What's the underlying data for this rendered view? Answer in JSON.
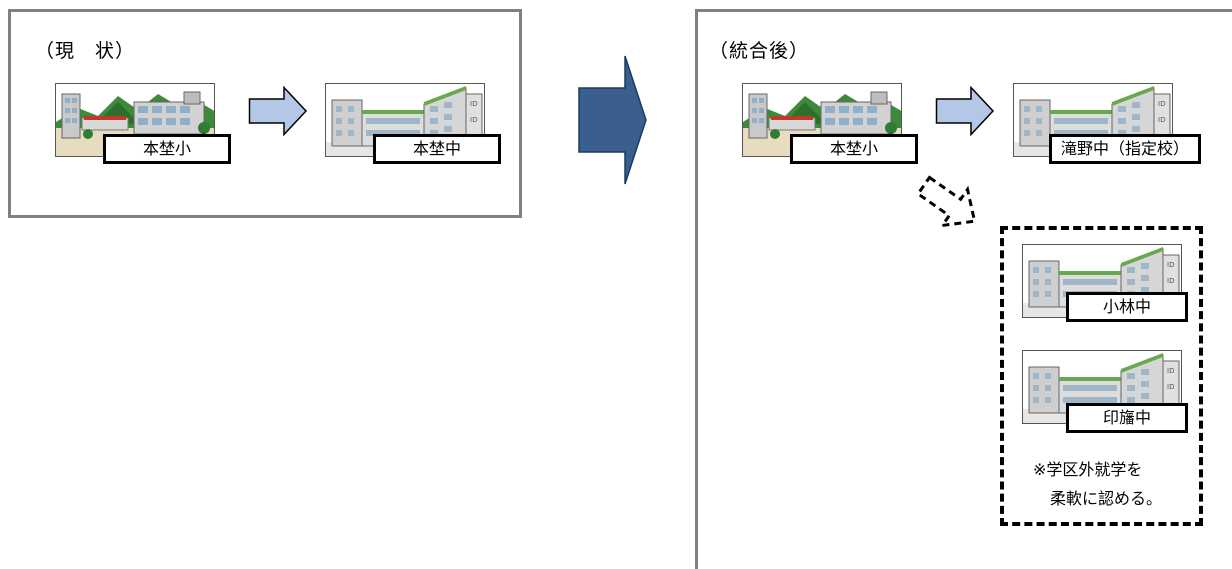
{
  "current": {
    "title": "（現　状）",
    "elementary": "本埜小",
    "junior_high": "本埜中"
  },
  "after": {
    "title": "（統合後）",
    "elementary": "本埜小",
    "designated": "滝野中（指定校）",
    "alternatives": [
      "小林中",
      "印旛中"
    ],
    "note_line1": "※学区外就学を",
    "note_line2": "柔軟に認める。"
  },
  "colors": {
    "panel_border": "#808080",
    "big_arrow": "#3A5F8F",
    "small_arrow_fill": "#B4C7E7",
    "dashed_border": "#000000"
  },
  "icons": {
    "elementary": "school-building-with-mountains-icon",
    "junior_high": "school-building-icon"
  }
}
